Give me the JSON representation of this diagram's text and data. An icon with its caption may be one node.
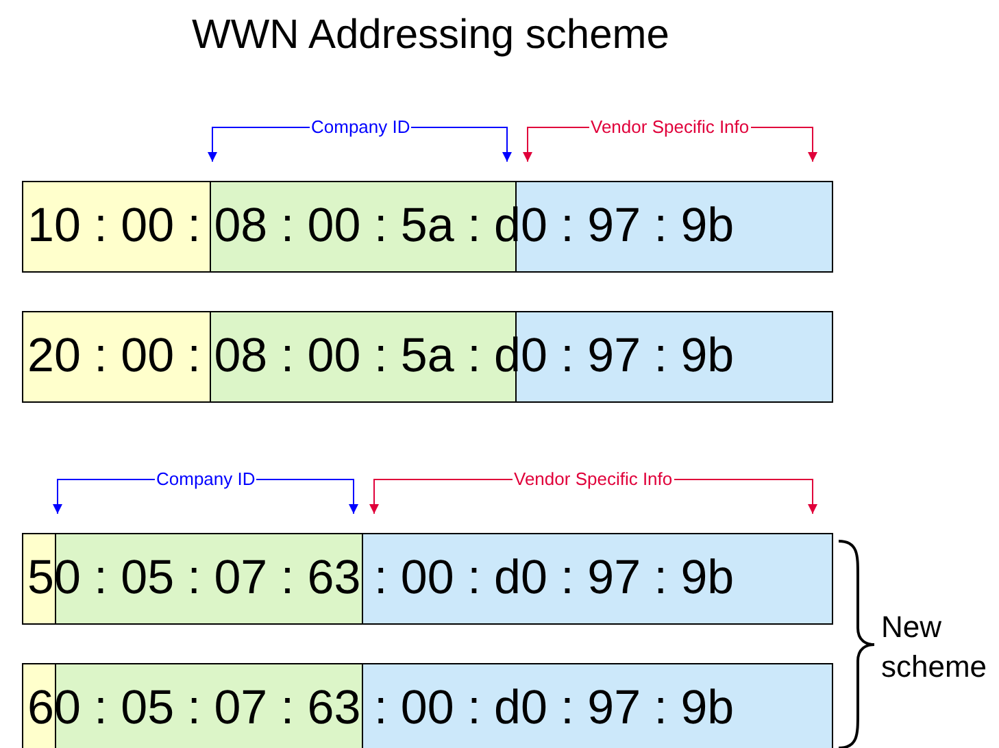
{
  "diagram": {
    "title": "WWN Addressing scheme",
    "labels": [
      "Company ID",
      "Vendor Specific Info",
      "10 : 00 : 08 : 00 : 5a : d0 : 97 : 9b",
      "20 : 00 : 08 : 00 : 5a : d0 : 97 : 9b",
      "Company ID",
      "Vendor Specific Info",
      "50 : 05 : 07 : 63 : 00 : d0 : 97 : 9b",
      "60 : 05 : 07 : 63 : 00 : d0 : 97 : 9b",
      "New scheme"
    ]
  }
}
